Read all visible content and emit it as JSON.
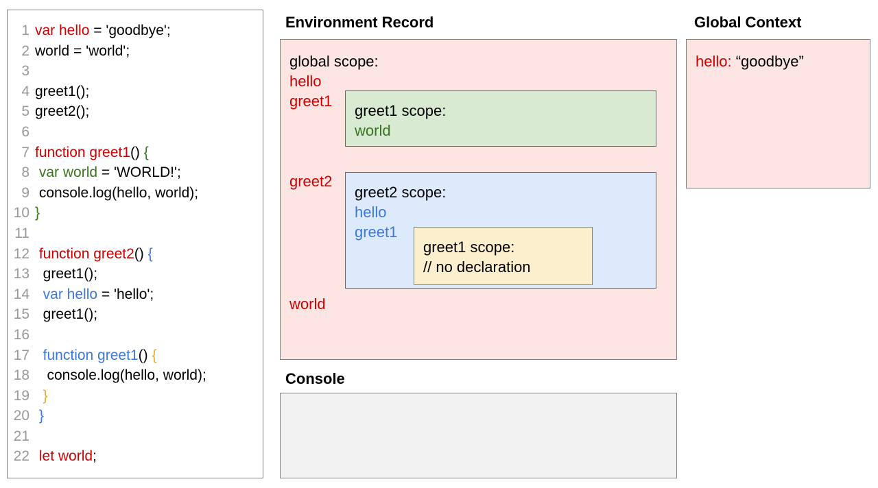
{
  "code_panel": {
    "lines": [
      {
        "n": "1",
        "tokens": [
          {
            "t": "var hello",
            "c": "red"
          },
          {
            "t": " = 'goodbye';",
            "c": "black"
          }
        ]
      },
      {
        "n": "2",
        "tokens": [
          {
            "t": "world = 'world';",
            "c": "black"
          }
        ]
      },
      {
        "n": "3",
        "tokens": [
          {
            "t": "",
            "c": "black"
          }
        ]
      },
      {
        "n": "4",
        "tokens": [
          {
            "t": "greet1();",
            "c": "black"
          }
        ]
      },
      {
        "n": "5",
        "tokens": [
          {
            "t": "greet2();",
            "c": "black"
          }
        ]
      },
      {
        "n": "6",
        "tokens": [
          {
            "t": "",
            "c": "black"
          }
        ]
      },
      {
        "n": "7",
        "tokens": [
          {
            "t": "function greet1",
            "c": "red"
          },
          {
            "t": "() ",
            "c": "black"
          },
          {
            "t": "{",
            "c": "green"
          }
        ]
      },
      {
        "n": "8",
        "tokens": [
          {
            "t": " ",
            "c": "black"
          },
          {
            "t": "var world",
            "c": "green"
          },
          {
            "t": " = 'WORLD!';",
            "c": "black"
          }
        ]
      },
      {
        "n": "9",
        "tokens": [
          {
            "t": " console.log(hello, world);",
            "c": "black"
          }
        ]
      },
      {
        "n": "10",
        "tokens": [
          {
            "t": "}",
            "c": "green"
          }
        ]
      },
      {
        "n": "11",
        "tokens": [
          {
            "t": "",
            "c": "black"
          }
        ]
      },
      {
        "n": "12",
        "tokens": [
          {
            "t": " ",
            "c": "black"
          },
          {
            "t": "function greet2",
            "c": "red"
          },
          {
            "t": "() ",
            "c": "black"
          },
          {
            "t": "{",
            "c": "blue"
          }
        ]
      },
      {
        "n": "13",
        "tokens": [
          {
            "t": "  greet1();",
            "c": "black"
          }
        ]
      },
      {
        "n": "14",
        "tokens": [
          {
            "t": "  ",
            "c": "black"
          },
          {
            "t": "var hello",
            "c": "blue"
          },
          {
            "t": " = 'hello';",
            "c": "black"
          }
        ]
      },
      {
        "n": "15",
        "tokens": [
          {
            "t": "  greet1();",
            "c": "black"
          }
        ]
      },
      {
        "n": "16",
        "tokens": [
          {
            "t": "",
            "c": "black"
          }
        ]
      },
      {
        "n": "17",
        "tokens": [
          {
            "t": "  ",
            "c": "black"
          },
          {
            "t": "function greet1",
            "c": "blue"
          },
          {
            "t": "() ",
            "c": "black"
          },
          {
            "t": "{",
            "c": "yellow"
          }
        ]
      },
      {
        "n": "18",
        "tokens": [
          {
            "t": "   console.log(hello, world);",
            "c": "black"
          }
        ]
      },
      {
        "n": "19",
        "tokens": [
          {
            "t": "  ",
            "c": "black"
          },
          {
            "t": "}",
            "c": "yellow"
          }
        ]
      },
      {
        "n": "20",
        "tokens": [
          {
            "t": " ",
            "c": "black"
          },
          {
            "t": "}",
            "c": "blue"
          }
        ]
      },
      {
        "n": "21",
        "tokens": [
          {
            "t": "",
            "c": "black"
          }
        ]
      },
      {
        "n": "22",
        "tokens": [
          {
            "t": " ",
            "c": "black"
          },
          {
            "t": "let world",
            "c": "red"
          },
          {
            "t": ";",
            "c": "black"
          }
        ]
      }
    ]
  },
  "environment_record": {
    "title": "Environment Record",
    "global_scope_header": "global scope:",
    "global_vars": {
      "hello": "hello",
      "greet1": "greet1",
      "greet2": "greet2",
      "world": "world"
    },
    "greet1_scope": {
      "header": "greet1 scope:",
      "vars": [
        "world"
      ]
    },
    "greet2_scope": {
      "header": "greet2 scope:",
      "vars": [
        "hello",
        "greet1"
      ]
    },
    "greet1_inner_scope": {
      "header": "greet1 scope:",
      "note": "// no declaration"
    }
  },
  "global_context": {
    "title": "Global Context",
    "entry_key": "hello:",
    "entry_value": "“goodbye”"
  },
  "console": {
    "title": "Console",
    "output": ""
  },
  "colors": {
    "red": "#cc0000",
    "green": "#38761d",
    "blue": "#3c78d8",
    "yellow": "#e6ac33",
    "pink_panel": "#fce5e3",
    "green_panel": "#d9ead3",
    "blue_panel": "#ddeafb",
    "yellow_panel": "#fcefcd",
    "console_panel": "#f2f2f2",
    "border": "#808080",
    "line_number": "#999999"
  }
}
